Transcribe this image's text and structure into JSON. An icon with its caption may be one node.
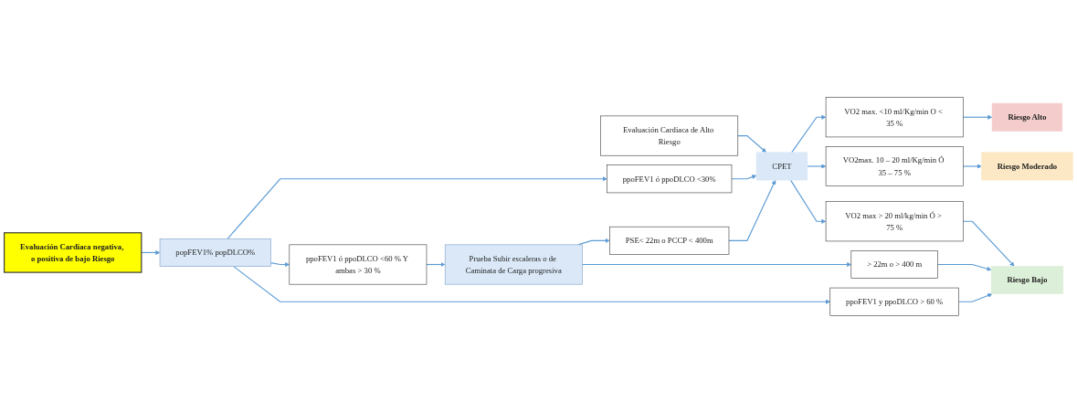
{
  "diagram": {
    "nodes": [
      {
        "text": [
          "Evaluación Cardiaca negativa, o positiva de bajo Riesgo"
        ]
      },
      {
        "text": [
          "popFEV1% popDLCO%"
        ]
      },
      {
        "text": [
          "Evaluación Cardiaca de Alto Riesgo"
        ]
      },
      {
        "text": [
          "ppoFEV1 ó ppoDLCO <30%"
        ]
      },
      {
        "text": [
          "ppoFEV1 ó ppoDLCO <60 % Y ambas > 30 %"
        ]
      },
      {
        "text": [
          "ppoFEV1 y ppoDLCO > 60 %"
        ]
      },
      {
        "text": [
          "CPET"
        ]
      },
      {
        "text": [
          "PSE< 22m o PCCP < 400m"
        ]
      },
      {
        "text": [
          "Prueba Subir escaleras o de Caminata de Carga progresiva"
        ]
      },
      {
        "text": [
          "VO2 max. <10 ml/Kg/min O < 35 %"
        ]
      },
      {
        "text": [
          "VO2max. 10 – 20 ml/Kg/min Ó 35 – 75 %"
        ]
      },
      {
        "text": [
          "VO2 max > 20 ml/kg/min Ó > 75 %"
        ]
      },
      {
        "text": [
          "> 22m o > 400 m"
        ]
      },
      {
        "text": [
          "Riesgo Alto"
        ]
      },
      {
        "text": [
          "Riesgo Moderado"
        ]
      },
      {
        "text": [
          "Riesgo Bajo"
        ]
      }
    ],
    "edges": [
      {
        "from": 0,
        "to": 1,
        "arrow": "to"
      },
      {
        "from": 1,
        "to": 3,
        "arrow": "to"
      },
      {
        "from": 1,
        "to": 4,
        "arrow": "to"
      },
      {
        "from": 1,
        "to": 5,
        "arrow": "to"
      },
      {
        "from": 2,
        "to": 6,
        "arrow": "to"
      },
      {
        "from": 3,
        "to": 6,
        "arrow": "to"
      },
      {
        "from": 4,
        "to": 8,
        "arrow": "to"
      },
      {
        "from": 8,
        "to": 7,
        "arrow": "to"
      },
      {
        "from": 7,
        "to": 6,
        "arrow": "to"
      },
      {
        "from": 8,
        "to": 12,
        "arrow": "to"
      },
      {
        "from": 6,
        "to": 9,
        "arrow": "to"
      },
      {
        "from": 6,
        "to": 10,
        "arrow": "to"
      },
      {
        "from": 6,
        "to": 11,
        "arrow": "to"
      },
      {
        "from": 9,
        "to": 13,
        "arrow": "to"
      },
      {
        "from": 10,
        "to": 14,
        "arrow": "to"
      },
      {
        "from": 11,
        "to": 15,
        "arrow": "to"
      },
      {
        "from": 12,
        "to": 15,
        "arrow": "to"
      },
      {
        "from": 5,
        "to": 15,
        "arrow": "to"
      }
    ]
  }
}
